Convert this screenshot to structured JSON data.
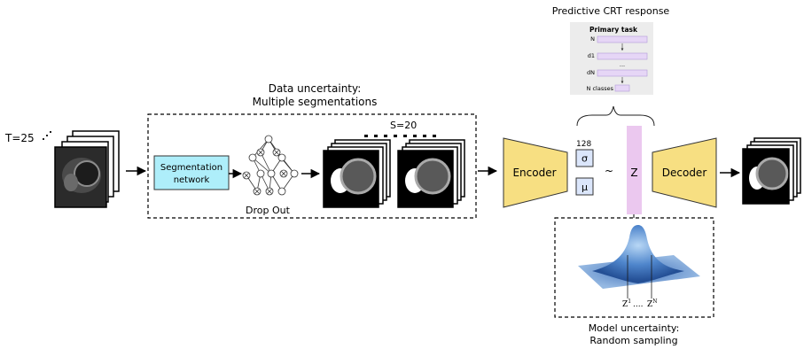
{
  "input": {
    "frames_label": "T=25"
  },
  "data_uncertainty": {
    "title_line1": "Data uncertainty:",
    "title_line2": "Multiple segmentations",
    "segmentation_line1": "Segmentation",
    "segmentation_line2": "network",
    "dropout_label": "Drop Out",
    "samples_label": "S=20"
  },
  "crt": {
    "title": "Predictive CRT response",
    "panel_title": "Primary task",
    "rows": [
      "N",
      "d1",
      "dN",
      "N classes"
    ],
    "ellipsis": "..."
  },
  "vae": {
    "encoder_label": "Encoder",
    "latent_dim": "128",
    "sigma": "σ",
    "mu": "μ",
    "tilde": "~",
    "z_label": "Z",
    "decoder_label": "Decoder"
  },
  "model_uncertainty": {
    "z_first": "Z",
    "z_first_sup": "1",
    "dots": "....",
    "z_last": "Z",
    "z_last_sup": "N",
    "caption_line1": "Model uncertainty:",
    "caption_line2": "Random sampling"
  },
  "colors": {
    "segmentation_box": "#aeeefa",
    "encoder_fill": "#f7df82",
    "latent_fill": "#dbe6fb",
    "z_bar": "#ebc8ef",
    "primary_task_bar": "#e6d6f6",
    "gaussian": "#3b6eb8"
  }
}
